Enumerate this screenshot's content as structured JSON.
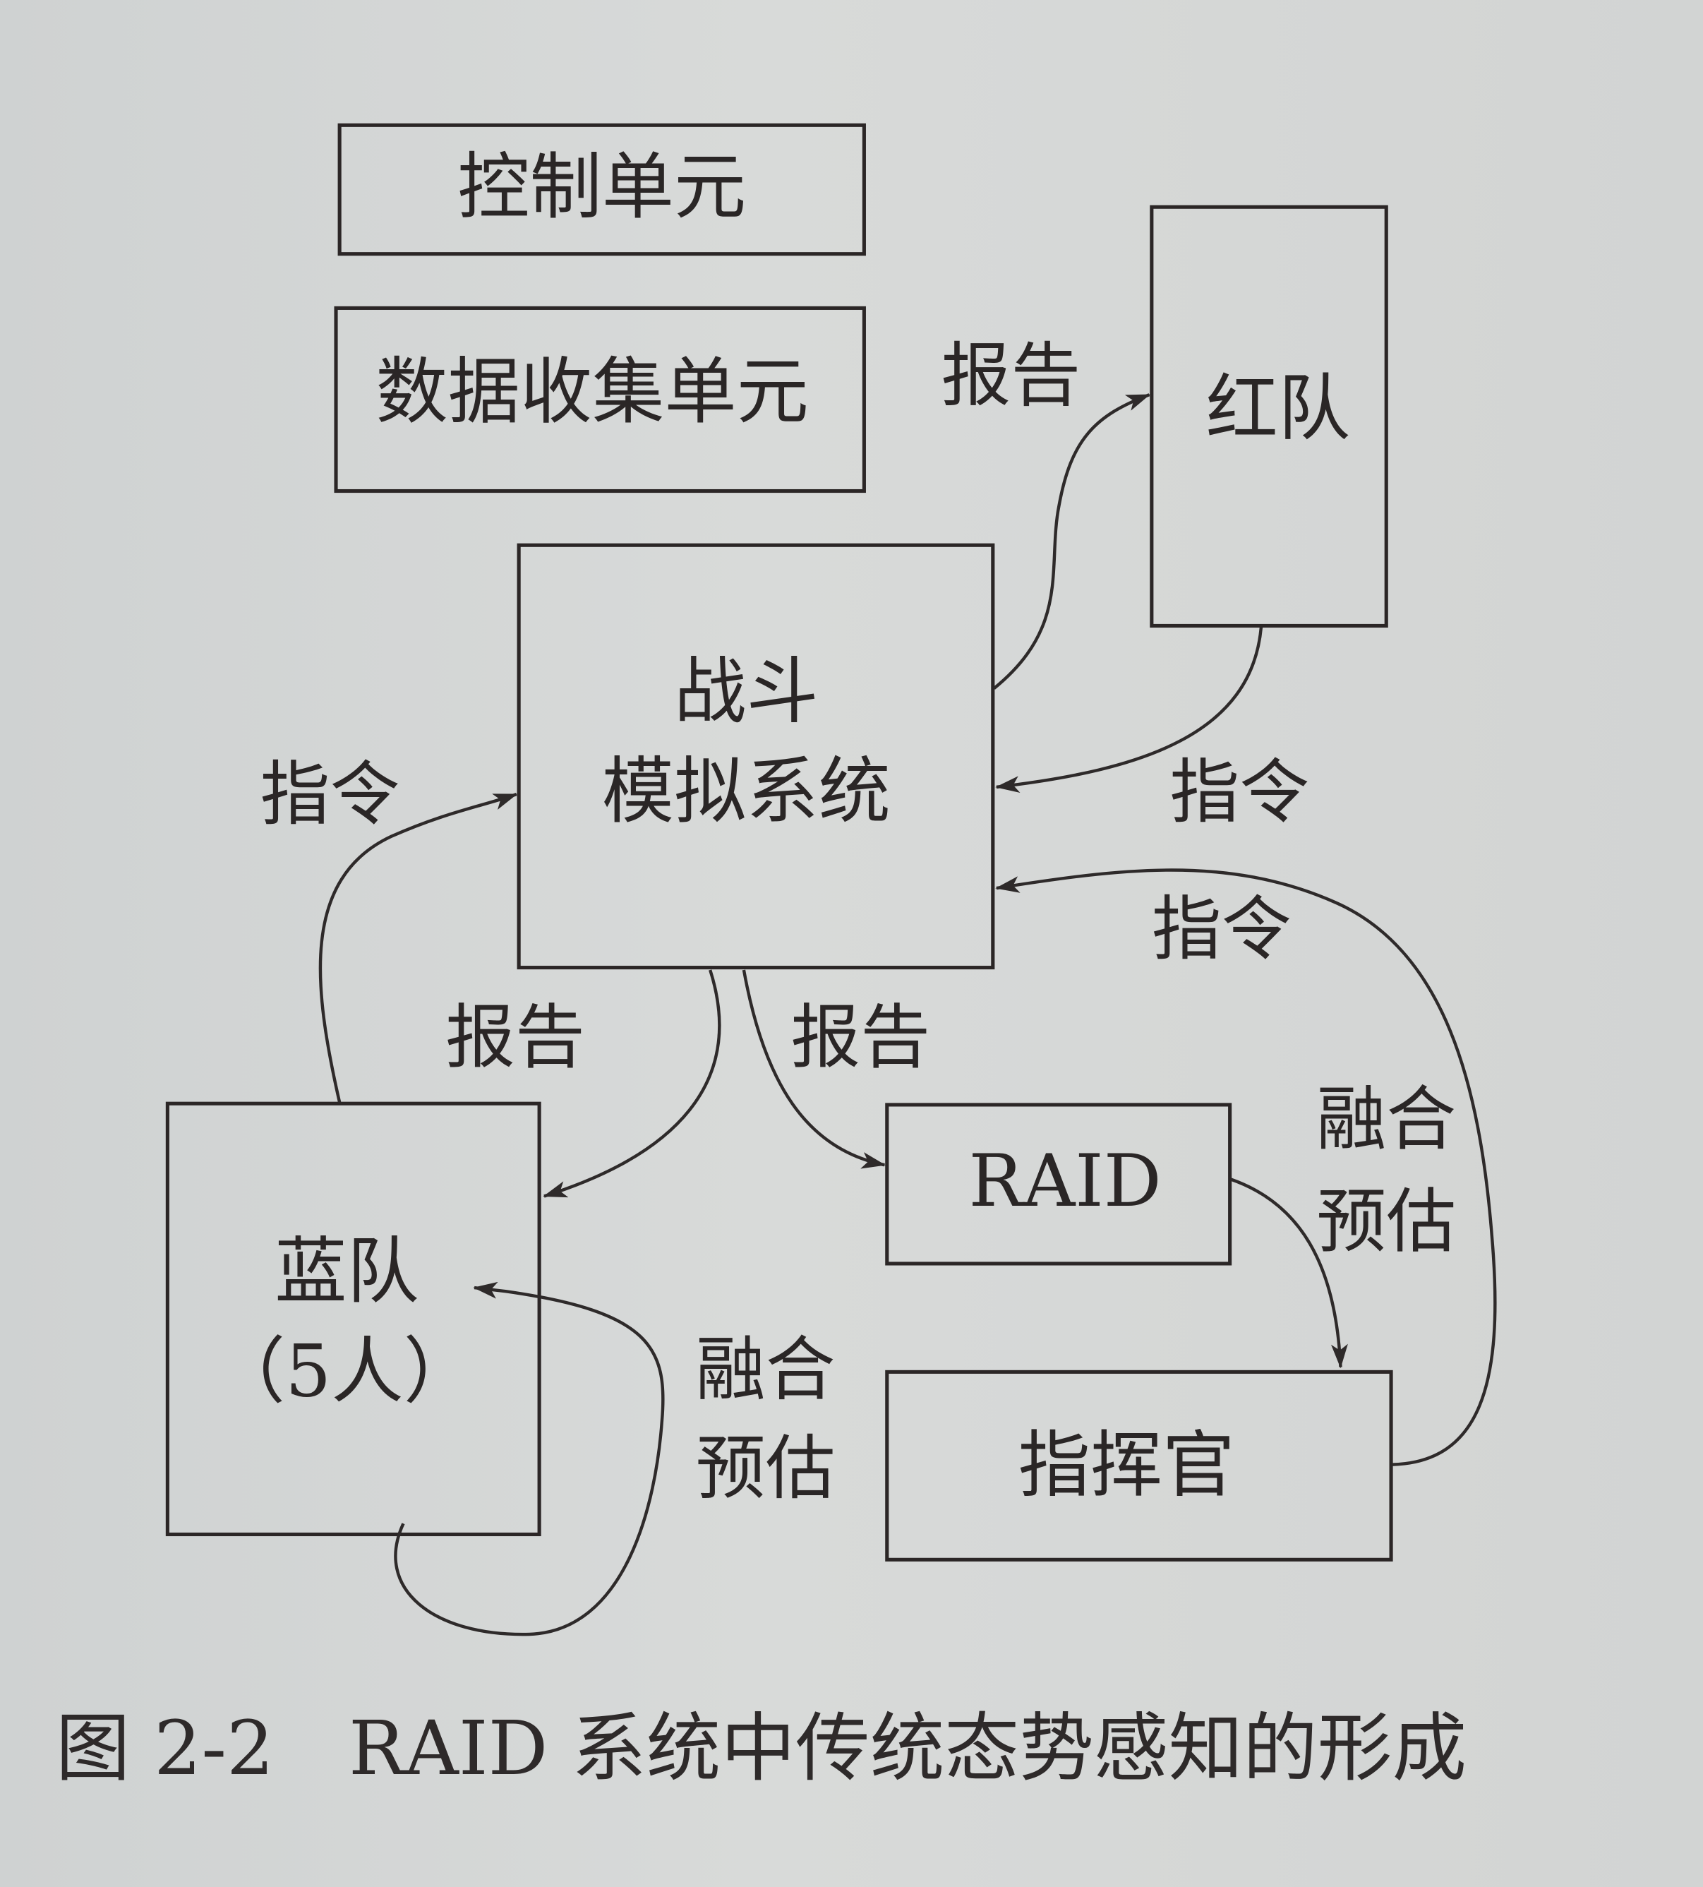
{
  "nodes": {
    "control_unit": "控制单元",
    "data_collection_unit": "数据收集单元",
    "red_team": "红队",
    "combat_sim_line1": "战斗",
    "combat_sim_line2": "模拟系统",
    "blue_team_line1": "蓝队",
    "blue_team_line2": "（5人）",
    "raid": "RAID",
    "commander": "指挥官"
  },
  "edges": {
    "sim_to_red": "报告",
    "red_to_sim": "指令",
    "blue_to_sim": "指令",
    "sim_to_blue": "报告",
    "sim_to_raid": "报告",
    "commander_to_sim": "指令",
    "raid_to_commander_line1": "融合",
    "raid_to_commander_line2": "预估",
    "blue_self_line1": "融合",
    "blue_self_line2": "预估"
  },
  "caption": "图 2-2　RAID 系统中传统态势感知的形成"
}
